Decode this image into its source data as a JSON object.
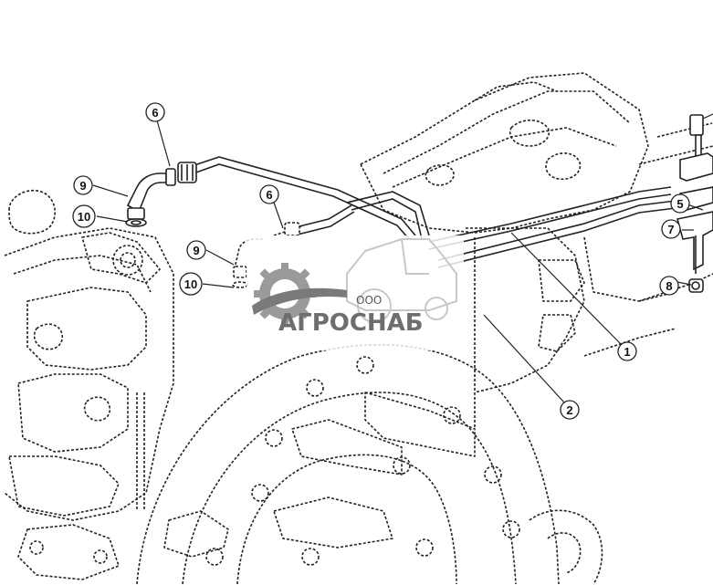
{
  "callouts": [
    {
      "id": "c1",
      "label": "1"
    },
    {
      "id": "c2",
      "label": "2"
    },
    {
      "id": "c5",
      "label": "5"
    },
    {
      "id": "c6a",
      "label": "6"
    },
    {
      "id": "c6b",
      "label": "6"
    },
    {
      "id": "c7",
      "label": "7"
    },
    {
      "id": "c8",
      "label": "8"
    },
    {
      "id": "c9a",
      "label": "9"
    },
    {
      "id": "c9b",
      "label": "9"
    },
    {
      "id": "c10a",
      "label": "10"
    },
    {
      "id": "c10b",
      "label": "10"
    }
  ],
  "watermark": {
    "prefix": "ООО",
    "brand": "АГРОСНАБ"
  }
}
